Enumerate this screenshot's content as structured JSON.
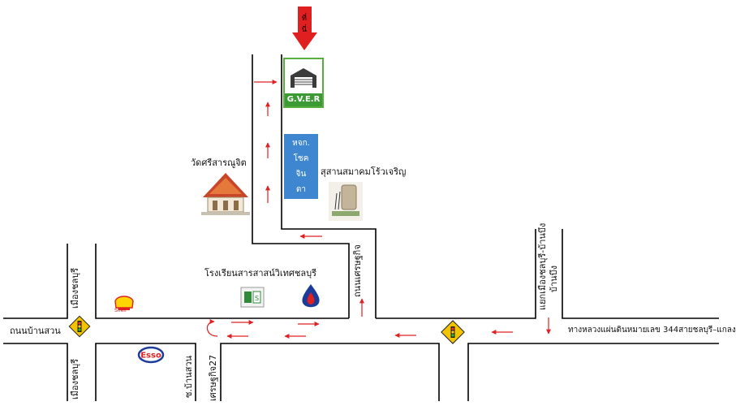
{
  "destination": {
    "arrow_label": "ที่นี่",
    "logo_text": "G.V.E.R"
  },
  "landmarks": {
    "temple": "วัดศรีสารณูจิต",
    "shop_box": [
      "หจก.",
      "โชค",
      "จิน",
      "ดา"
    ],
    "cemetery": "สุสานสมาคมโร้วเจริญ",
    "school": "โรงเรียนสารสาสน์วิเทศชลบุรี"
  },
  "roads": {
    "west_main": "ถนนบ้านสวน",
    "highway": "ทางหลวงแผ่นดินหมายเลข 344สายชลบุรี–แกลง",
    "to_city_upper": "เมืองชลบุรี",
    "to_city_lower": "เมืองชลบุรี",
    "north_lane": "ถนนเศรษฐกิจ",
    "soi_lower_1": "ซ.บ้านสวน",
    "soi_lower_2": "เศรษฐกิจ27",
    "side_right": "บ้านบึง",
    "right_upper": "แยกเมืองชลบุรี-บ้านบึง"
  },
  "brands": {
    "shell": "Shell",
    "esso": "Esso"
  },
  "colors": {
    "arrow": "#e02020",
    "road_line": "#000000",
    "shop_box": "#3f86d0",
    "logo_green": "#3c9a35",
    "traffic_light": "#f2c400"
  }
}
